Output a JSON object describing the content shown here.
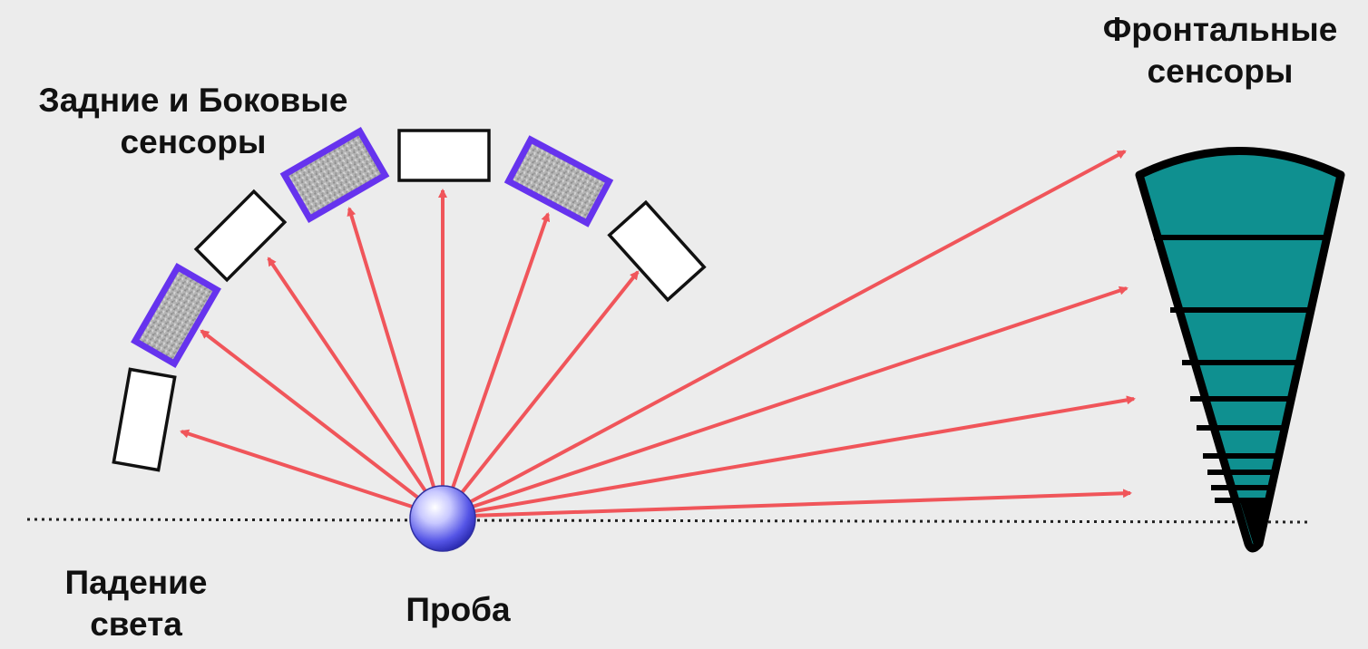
{
  "labels": {
    "back_side_sensors": [
      "Задние и Боковые",
      "сенсоры"
    ],
    "front_sensors": [
      "Фронтальные",
      "сенсоры"
    ],
    "incident_light": [
      "Падение",
      "света"
    ],
    "probe": "Проба"
  },
  "colors": {
    "background": "#ececec",
    "arrow": "#f0555a",
    "active_sensor_border": "#6633ee",
    "active_sensor_fill": "#b8b8b8",
    "inactive_sensor_border": "#111111",
    "front_sensor_fill": "#0f9090",
    "front_sensor_outline": "#000000",
    "probe_sphere": "#4848e0",
    "baseline": "#222222"
  },
  "sensors": {
    "back_side": [
      {
        "id": "back-sensor-1",
        "active": false
      },
      {
        "id": "back-sensor-2",
        "active": true
      },
      {
        "id": "back-sensor-3",
        "active": false
      },
      {
        "id": "back-sensor-4",
        "active": true
      },
      {
        "id": "back-sensor-5",
        "active": false
      },
      {
        "id": "back-sensor-6",
        "active": true
      },
      {
        "id": "back-sensor-7",
        "active": false
      }
    ],
    "front_rings": 9
  }
}
